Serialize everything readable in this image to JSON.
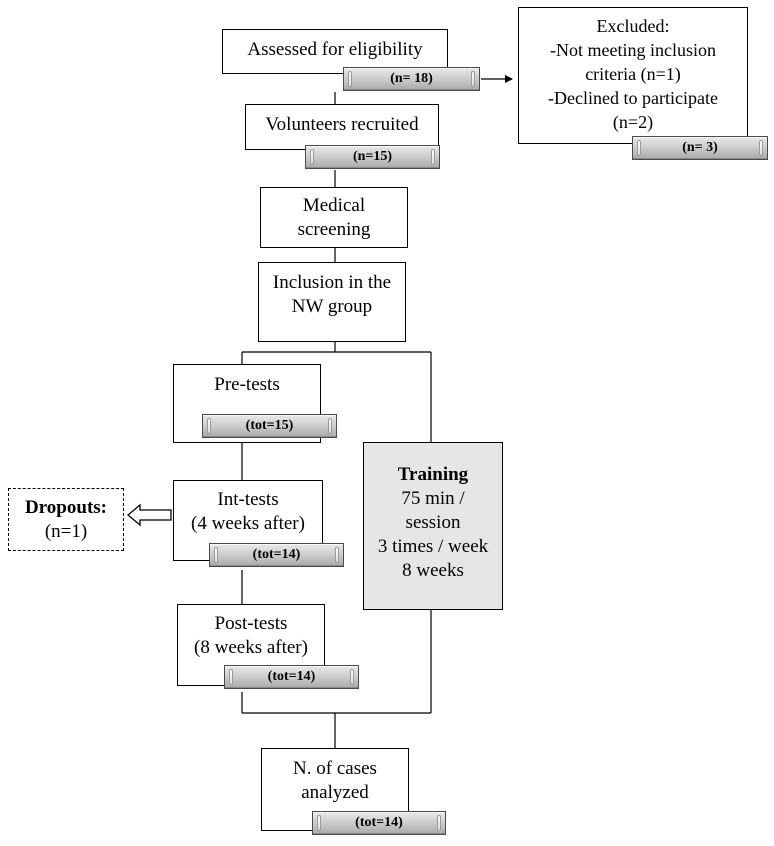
{
  "flowchart": {
    "assessed": {
      "label": "Assessed for eligibility",
      "count": "(n= 18)"
    },
    "excluded": {
      "lines": [
        "Excluded:",
        "-Not meeting inclusion",
        "criteria (n=1)",
        "-Declined to participate",
        "(n=2)"
      ],
      "count": "(n= 3)"
    },
    "recruited": {
      "label": "Volunteers recruited",
      "count": "(n=15)"
    },
    "screening": {
      "lines": [
        "Medical",
        "screening"
      ]
    },
    "inclusion": {
      "lines": [
        "Inclusion in the",
        "NW group"
      ]
    },
    "pretests": {
      "label": "Pre-tests",
      "count": "(tot=15)"
    },
    "inttests": {
      "lines": [
        "Int-tests",
        "(4 weeks after)"
      ],
      "count": "(tot=14)"
    },
    "dropouts": {
      "title": "Dropouts:",
      "count": "(n=1)"
    },
    "training": {
      "title": "Training",
      "lines": [
        "75 min /",
        "session",
        "3 times / week",
        "8 weeks"
      ]
    },
    "posttests": {
      "lines": [
        "Post-tests",
        "(8 weeks after)"
      ],
      "count": "(tot=14)"
    },
    "analyzed": {
      "lines": [
        "N. of cases",
        "analyzed"
      ],
      "count": "(tot=14)"
    }
  }
}
